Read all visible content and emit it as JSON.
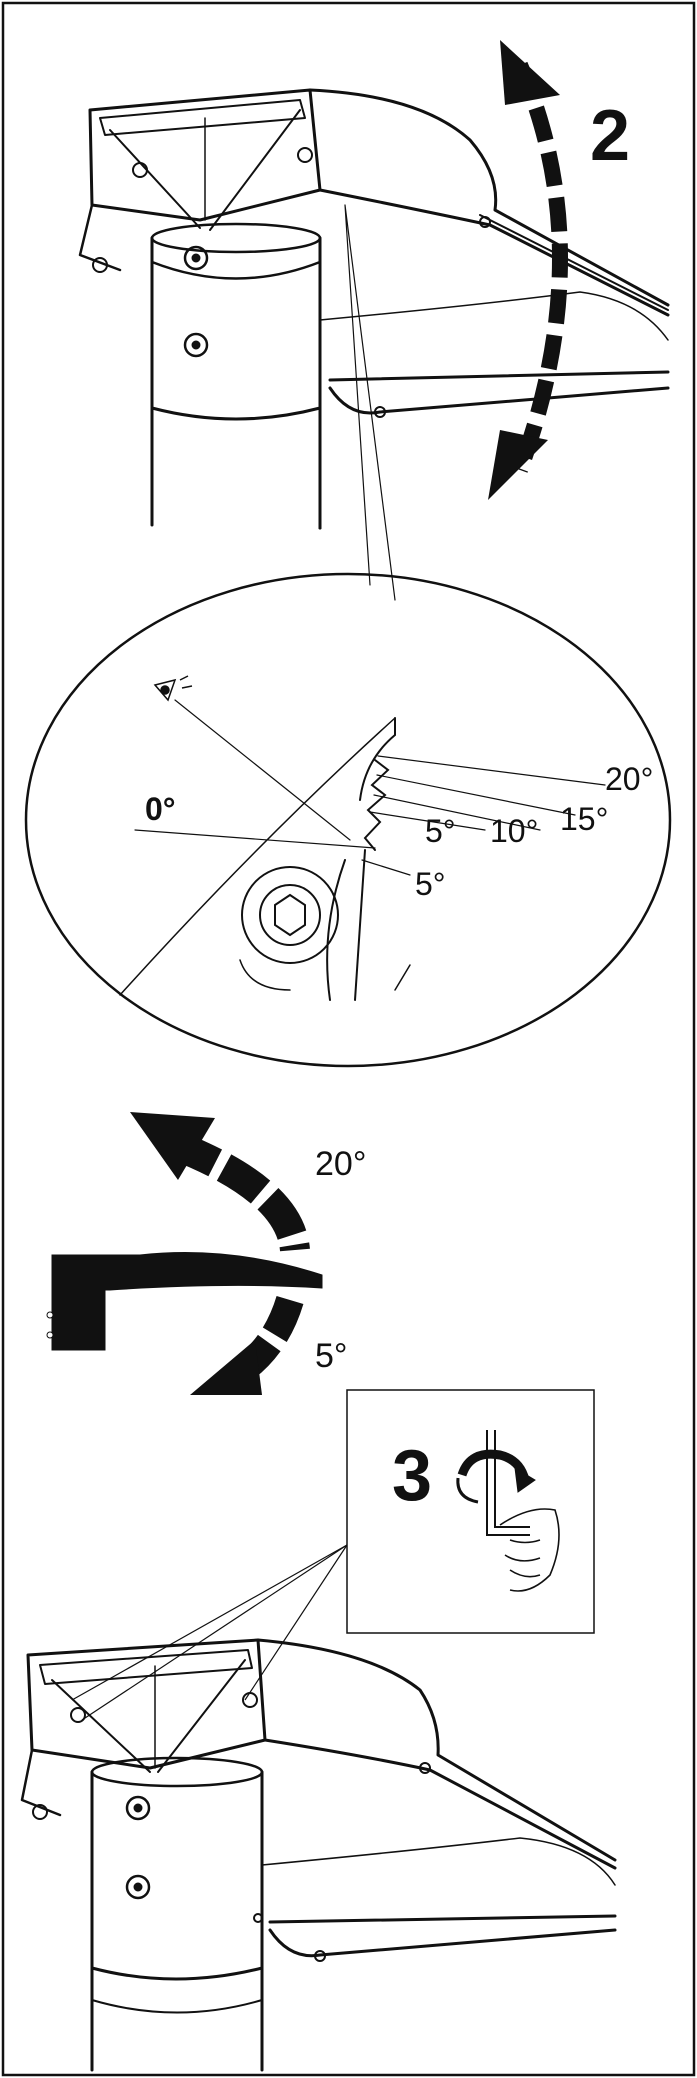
{
  "panel1": {
    "step_number": "2"
  },
  "detail": {
    "zero_label": "0°",
    "tick_labels": [
      "20°",
      "15°",
      "10°",
      "5°",
      "5°"
    ]
  },
  "angle_diagram": {
    "upper_label": "20°",
    "lower_label": "5°"
  },
  "panel2": {
    "step_number": "3"
  },
  "icons": {
    "rotate": "rotate-arrow-icon",
    "hex_key": "allen-key-icon",
    "eye": "eye-view-icon"
  }
}
